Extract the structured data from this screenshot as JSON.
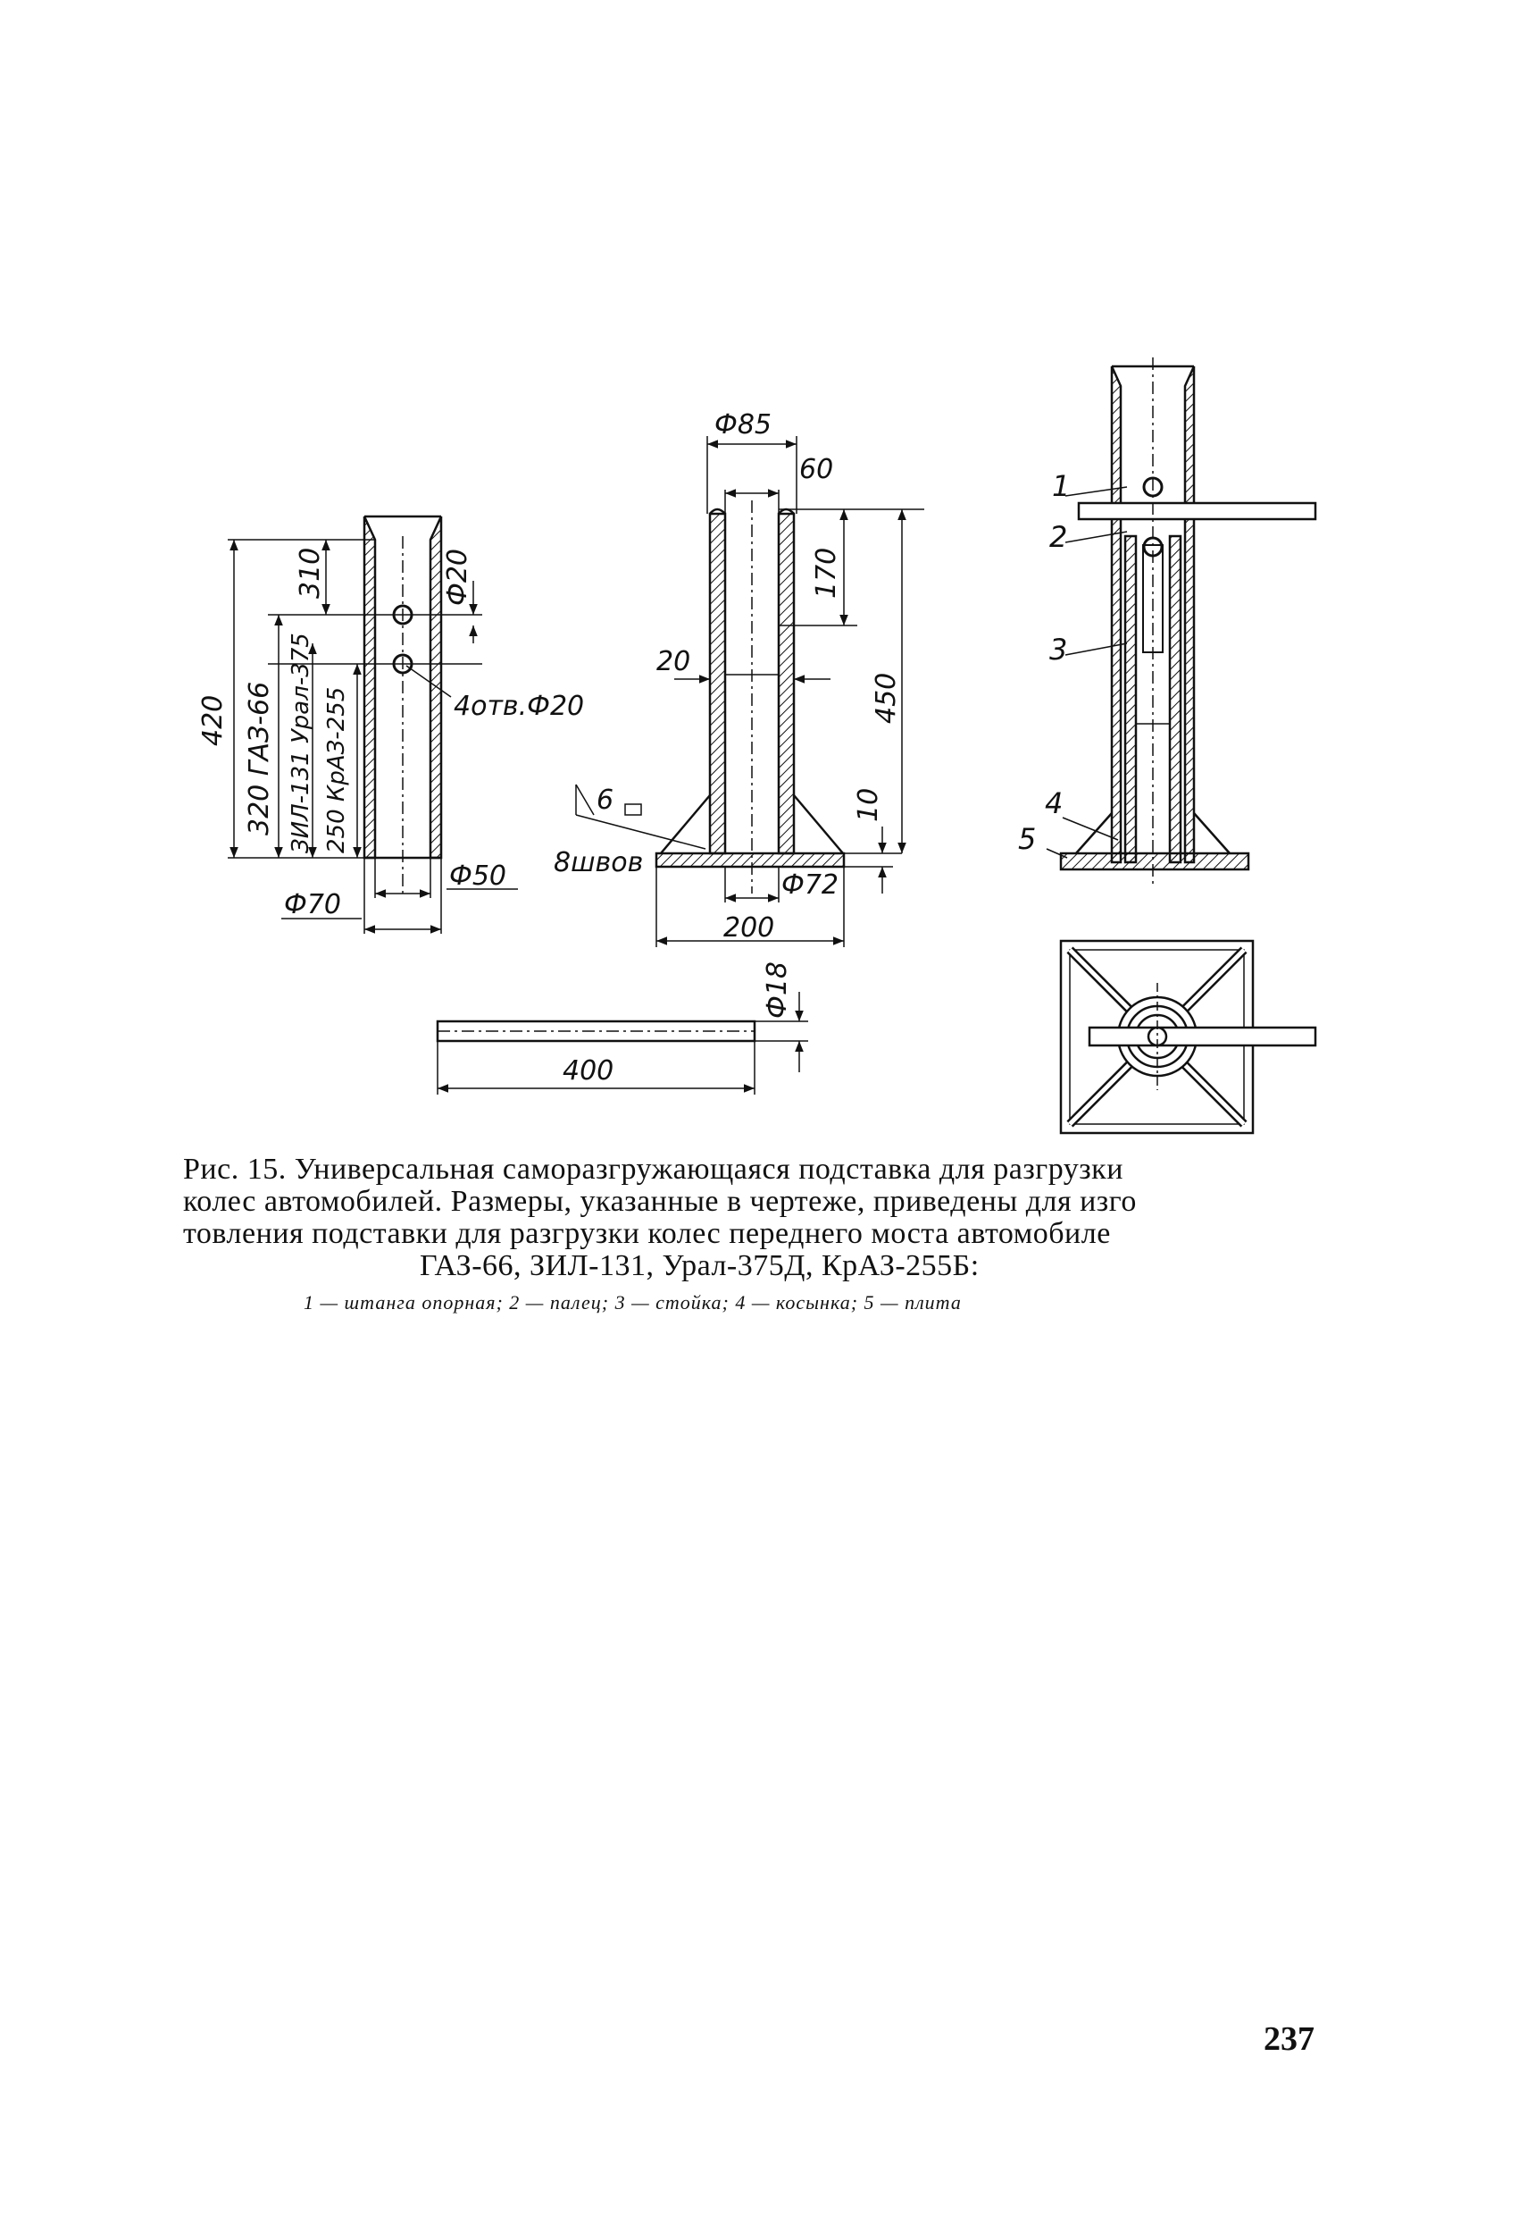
{
  "figure": {
    "left": {
      "total_height": "420",
      "height_gaz": "320 ГАЗ-66",
      "height_zil": "ЗИЛ-131 Урал-375",
      "height_kraz": "250 КрАЗ-255",
      "hole_spacing": "310",
      "hole_dia": "Ф20",
      "holes_note": "4отв.Ф20",
      "outer_dia": "Ф70",
      "inner_dia": "Ф50"
    },
    "middle": {
      "top_dia": "Ф85",
      "slot_width": "60",
      "slot_depth": "170",
      "wall": "20",
      "total_height": "450",
      "base_thick": "10",
      "weld_size": "6",
      "welds": "8швов",
      "base_inner": "Ф72",
      "base_width": "200"
    },
    "pin": {
      "dia": "Ф18",
      "length": "400"
    },
    "right": {
      "labels": [
        "1",
        "2",
        "3",
        "4",
        "5"
      ]
    }
  },
  "caption": {
    "lines": [
      "Рис. 15. Универсальная саморазгружающаяся подставка для разгрузки",
      "колес автомобилей. Размеры, указанные в чертеже, приведены для изго",
      "товления подставки для разгрузки колес переднего моста автомобиле",
      "ГАЗ-66, ЗИЛ-131, Урал-375Д, КрАЗ-255Б:"
    ],
    "legend": "1 — штанга опорная; 2 — палец; 3 — стойка; 4 — косынка; 5 — плита"
  },
  "page_number": "237"
}
